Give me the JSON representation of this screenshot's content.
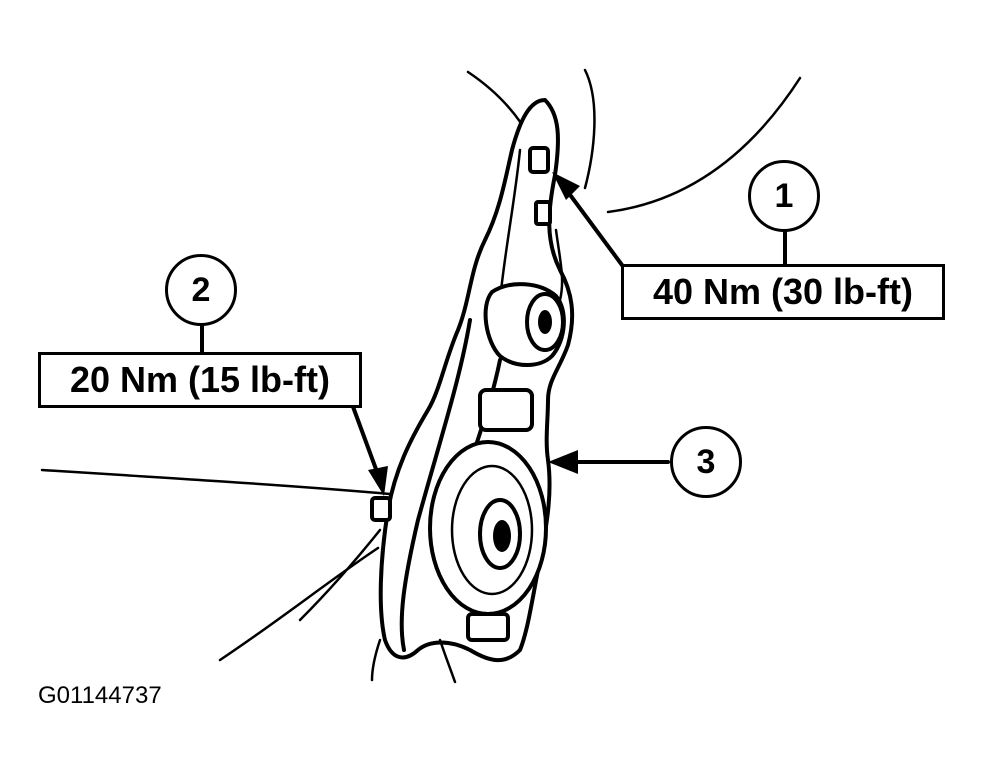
{
  "callouts": [
    {
      "number": "1",
      "torque": "40 Nm (30 lb-ft)"
    },
    {
      "number": "2",
      "torque": "20 Nm (15 lb-ft)"
    },
    {
      "number": "3"
    }
  ],
  "figure_id": "G01144737"
}
